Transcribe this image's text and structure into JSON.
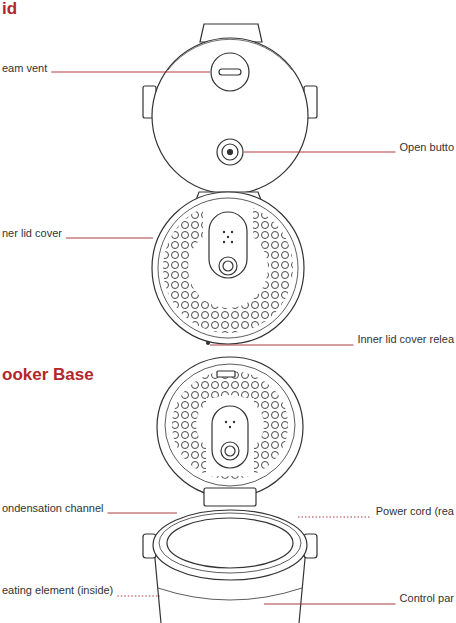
{
  "diagram": {
    "labels": [
      "id",
      "eam vent",
      "Open butto",
      "ner lid cover",
      "Inner lid cover relea",
      "ooker Base",
      "ondensation channel",
      "Power cord (rea",
      "eating element (inside)",
      "Control par"
    ]
  }
}
